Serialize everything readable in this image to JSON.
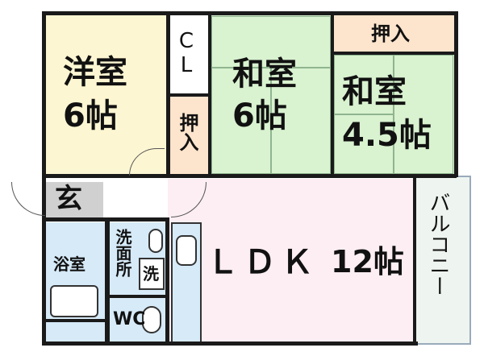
{
  "rooms": {
    "yoshitsu": {
      "name": "洋室",
      "size": "6帖"
    },
    "closet": {
      "label": "CL"
    },
    "washitsu6": {
      "name": "和室",
      "size": "6帖"
    },
    "oshiire_a": {
      "label": "押入"
    },
    "oshiire_b": {
      "label": "押入"
    },
    "washitsu45": {
      "name": "和室",
      "size": "4.5帖"
    },
    "genkan": {
      "label": "玄"
    },
    "ldk": {
      "name": "ＬＤＫ",
      "size": "12帖"
    },
    "balcony": {
      "label": "バルコニー"
    },
    "bathroom": {
      "label": "浴室"
    },
    "senmenjo": {
      "label": "洗面所"
    },
    "washer": {
      "label": "洗"
    },
    "wc": {
      "label": "WC"
    }
  },
  "colors": {
    "yoshitsu": "#fdf6d2",
    "washitsu": "#d9f2d0",
    "oshiire": "#fde4cc",
    "ldk": "#fdeef3",
    "bath": "#d6eaf8",
    "genkan": "#d0d0d0",
    "balcony": "#eef4f0"
  }
}
